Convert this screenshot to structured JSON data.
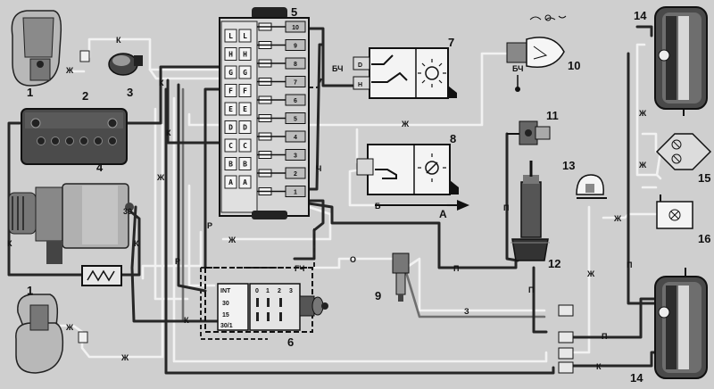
{
  "components": [
    {
      "n": "1",
      "name": "headlamp-left"
    },
    {
      "n": "2",
      "name": "battery"
    },
    {
      "n": "3",
      "name": "horn"
    },
    {
      "n": "4",
      "name": "generator"
    },
    {
      "n": "5",
      "name": "fuse-box"
    },
    {
      "n": "6",
      "name": "ignition-switch"
    },
    {
      "n": "7",
      "name": "light-switch"
    },
    {
      "n": "8",
      "name": "instrument-light-switch"
    },
    {
      "n": "9",
      "name": "sender-switch"
    },
    {
      "n": "10",
      "name": "bulb"
    },
    {
      "n": "11",
      "name": "lamp-holder"
    },
    {
      "n": "12",
      "name": "ignition-coil"
    },
    {
      "n": "13",
      "name": "small-lamp"
    },
    {
      "n": "14",
      "name": "tail-lamp"
    },
    {
      "n": "15",
      "name": "license-plate-lamp"
    },
    {
      "n": "16",
      "name": "rear-lamp"
    }
  ],
  "fuse_letters": [
    "L",
    "H",
    "G",
    "F",
    "E",
    "D",
    "C",
    "B",
    "A"
  ],
  "fuse_numbers": [
    "10",
    "9",
    "8",
    "7",
    "6",
    "5",
    "4",
    "3",
    "2",
    "1"
  ],
  "wire_codes": {
    "k": "К",
    "zh": "Ж",
    "r": "Р",
    "ch": "Ч",
    "o": "О",
    "z": "З",
    "p": "П",
    "b": "Б",
    "bch": "БЧ",
    "gch": "ГЧ"
  },
  "switch_terminals": {
    "int": "INT",
    "t30": "30",
    "t15": "15",
    "t301": "30/1"
  },
  "switch_positions": [
    "0",
    "1",
    "2",
    "3"
  ],
  "generator_terminal": "30",
  "switch7_contacts": [
    "D",
    "H"
  ],
  "arrow_label": "А",
  "colors": {
    "background": "#cfcfcf",
    "dark_wire": "#262626",
    "light_wire": "#f2f2f2"
  }
}
